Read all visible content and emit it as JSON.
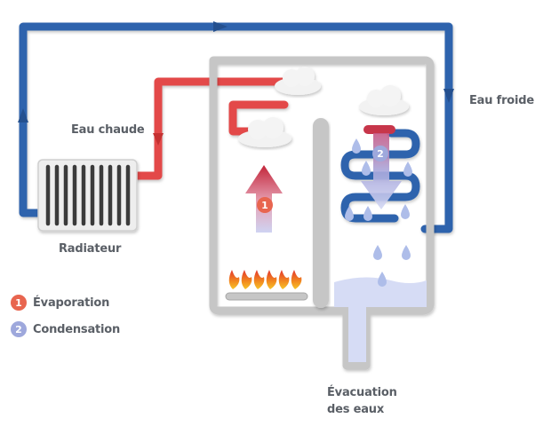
{
  "labels": {
    "hot_water": "Eau chaude",
    "cold_water": "Eau froide",
    "radiator": "Radiateur",
    "drain_line1": "Évacuation",
    "drain_line2": "des eaux"
  },
  "markers": {
    "evaporation": "1",
    "condensation": "2"
  },
  "legend": [
    {
      "number": "1",
      "label": "Évaporation",
      "color": "#e8654f"
    },
    {
      "number": "2",
      "label": "Condensation",
      "color": "#9ea8dc"
    }
  ],
  "colors": {
    "hot_pipe": "#e34a4a",
    "cold_pipe": "#2e63ad",
    "boiler_wall": "#c6c6c6",
    "water": "#d6dcf5",
    "text": "#5a5f66"
  },
  "icons": [
    "radiator-icon",
    "burner-flames-icon",
    "cloud-icon",
    "water-drop-icon",
    "flow-arrow-icon"
  ]
}
